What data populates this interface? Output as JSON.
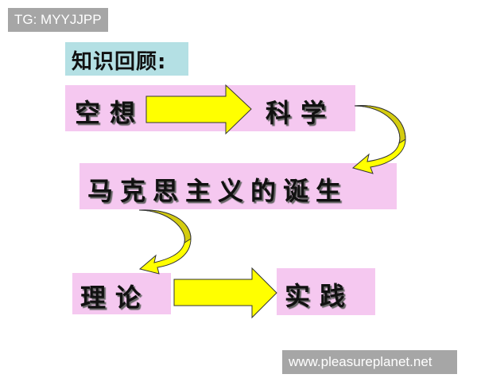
{
  "watermark_top": "TG: MYYJJPP",
  "watermark_bottom": "www.pleasureplanet.net",
  "title": "知识回顾:",
  "nodes": {
    "utopia": "空想",
    "science": "科学",
    "birth": "马克思主义的诞生",
    "theory": "理论",
    "practice": "实践"
  },
  "colors": {
    "box": "#f5c8f0",
    "title_bg": "#b4e0e4",
    "arrow": "#ffff00",
    "arrow_shade": "#d4cc10"
  }
}
